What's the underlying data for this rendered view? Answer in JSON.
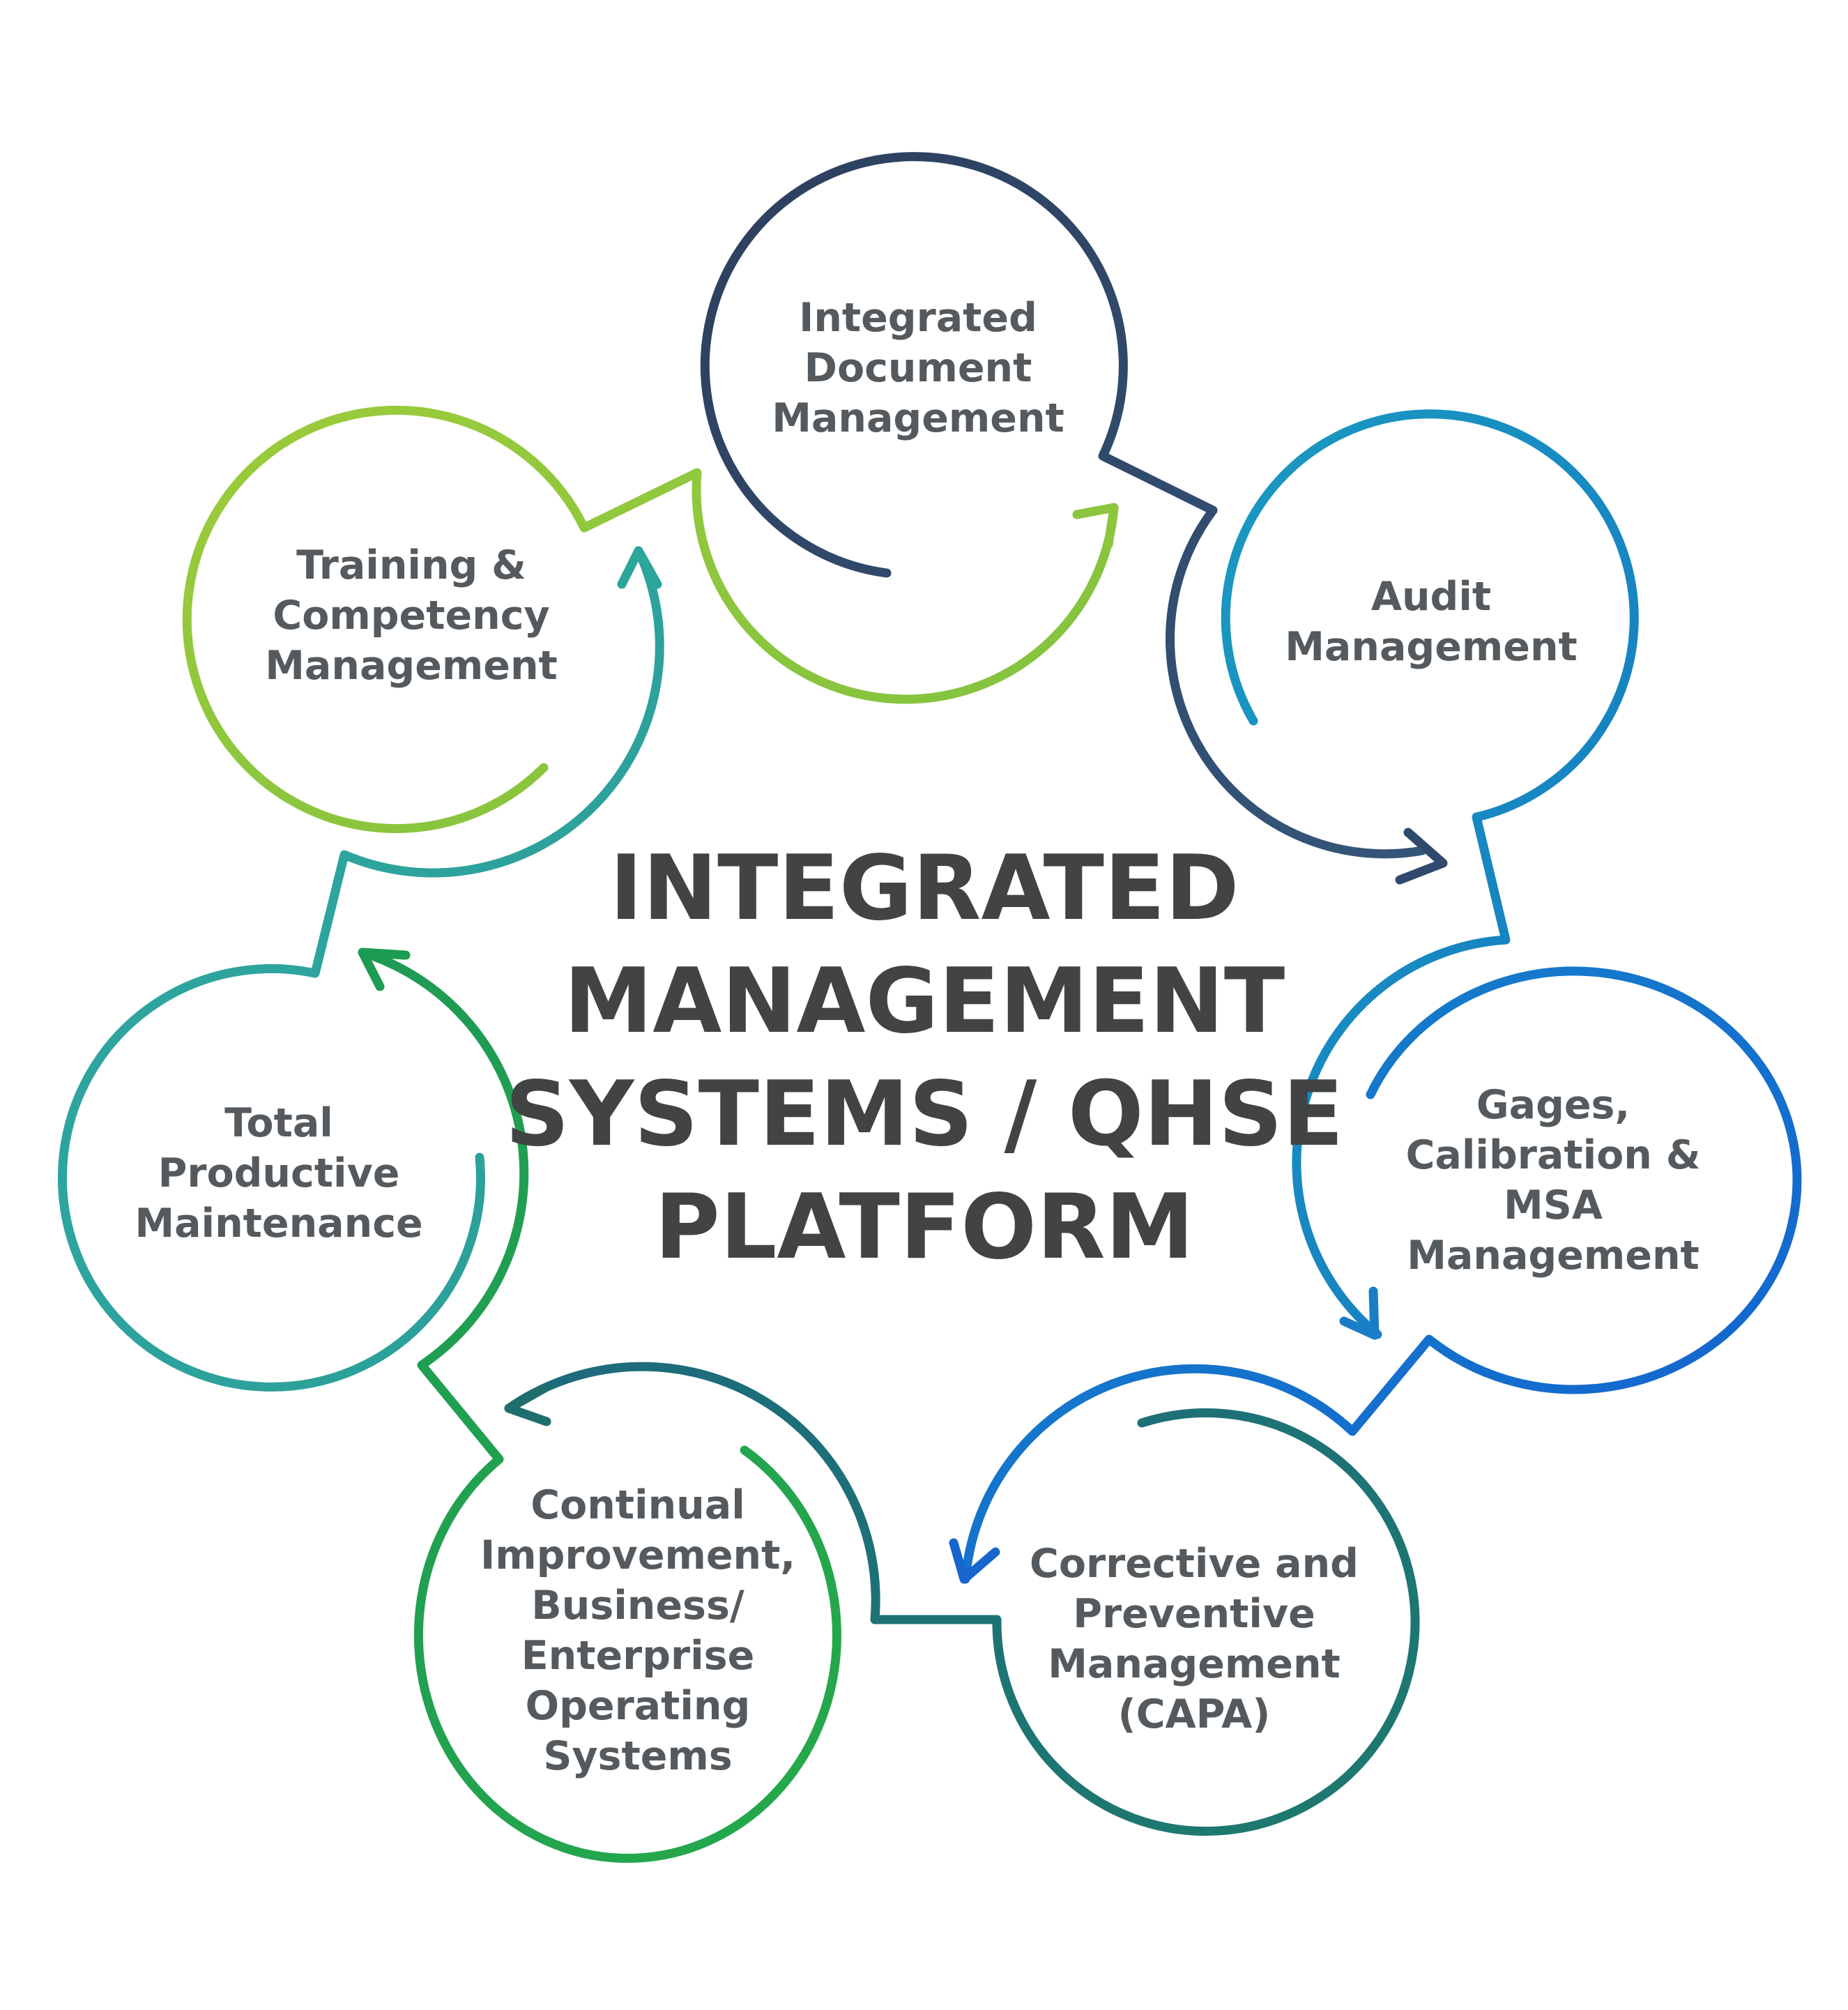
{
  "center_title": [
    "INTEGRATED",
    "MANAGEMENT",
    "SYSTEMS / QHSE",
    "PLATFORM"
  ],
  "nodes": [
    {
      "id": "integrated-document-management",
      "lines": [
        "Integrated",
        "Document",
        "Management"
      ],
      "color": "#2e4668"
    },
    {
      "id": "audit-management",
      "lines": [
        "Audit",
        "Management"
      ],
      "color": "#1a88c1"
    },
    {
      "id": "gages-calibration-msa-management",
      "lines": [
        "Gages,",
        "Calibration &",
        "MSA",
        "Management"
      ],
      "color": "#1566cf"
    },
    {
      "id": "corrective-and-preventive-management",
      "lines": [
        "Corrective and",
        "Preventive",
        "Management",
        "(CAPA)"
      ],
      "color": "#1e6e75"
    },
    {
      "id": "continual-improvement",
      "lines": [
        "Continual",
        "Improvement,",
        "Business/",
        "Enterprise",
        "Operating",
        "Systems"
      ],
      "color": "#21a24c"
    },
    {
      "id": "total-productive-maintenance",
      "lines": [
        "Total",
        "Productive",
        "Maintenance"
      ],
      "color": "#2ea59d"
    },
    {
      "id": "training-competency-management",
      "lines": [
        "Training &",
        "Competency",
        "Management"
      ],
      "color": "#8cc63f"
    }
  ],
  "colors": {
    "label_text": "#555a5e",
    "title_text": "#414345",
    "background": "#ffffff"
  }
}
